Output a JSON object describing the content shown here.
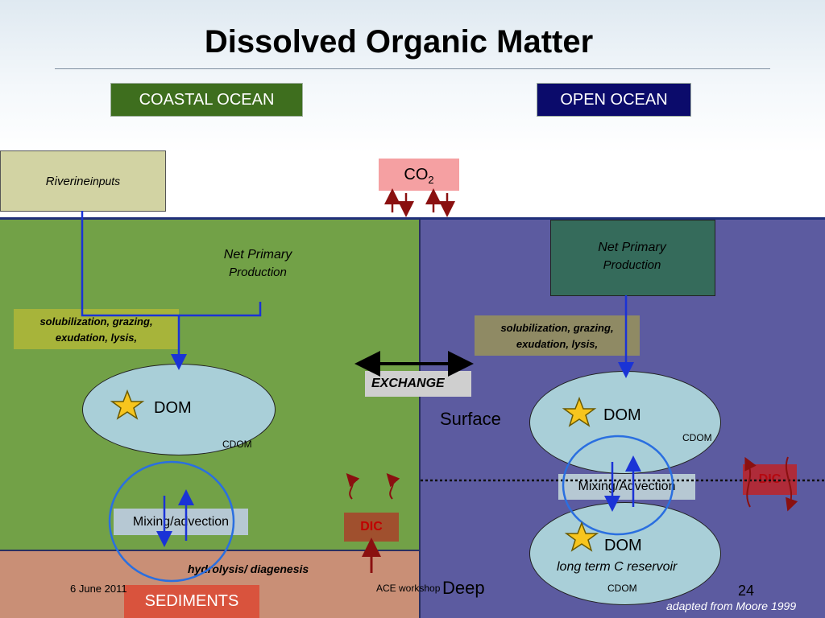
{
  "title": "Dissolved Organic Matter",
  "labels": {
    "coastal": "COASTAL OCEAN",
    "open": "OPEN OCEAN",
    "riverine_italic": "Riverine",
    "riverine_rest": " inputs",
    "co2_main": "CO",
    "co2_sub": "2",
    "npp_line1": "Net Primary",
    "npp_line2": "Production",
    "process_line1": "solubilization, grazing,",
    "process_line2": "exudation, lysis,",
    "exchange": "EXCHANGE",
    "dom": "DOM",
    "cdom": "CDOM",
    "surface": "Surface",
    "deep": "Deep",
    "mixing_coastal": "Mixing/advection",
    "mixing_open": "Mixing/Advection",
    "dic": "DIC",
    "long_term": "long term C reservoir",
    "hydrolysis": "hydrolysis/ diagenesis",
    "sediments": "SEDIMENTS"
  },
  "footer": {
    "date": "6 June 2011",
    "workshop": "ACE workshop",
    "page": "24",
    "credit": "adapted from Moore 1999"
  },
  "colors": {
    "coastal_label": "#3e6e1e",
    "open_label": "#0b0b6b",
    "coastal_water": "#72a147",
    "open_water": "#5c5ba0",
    "sediment": "#c98f76"
  }
}
